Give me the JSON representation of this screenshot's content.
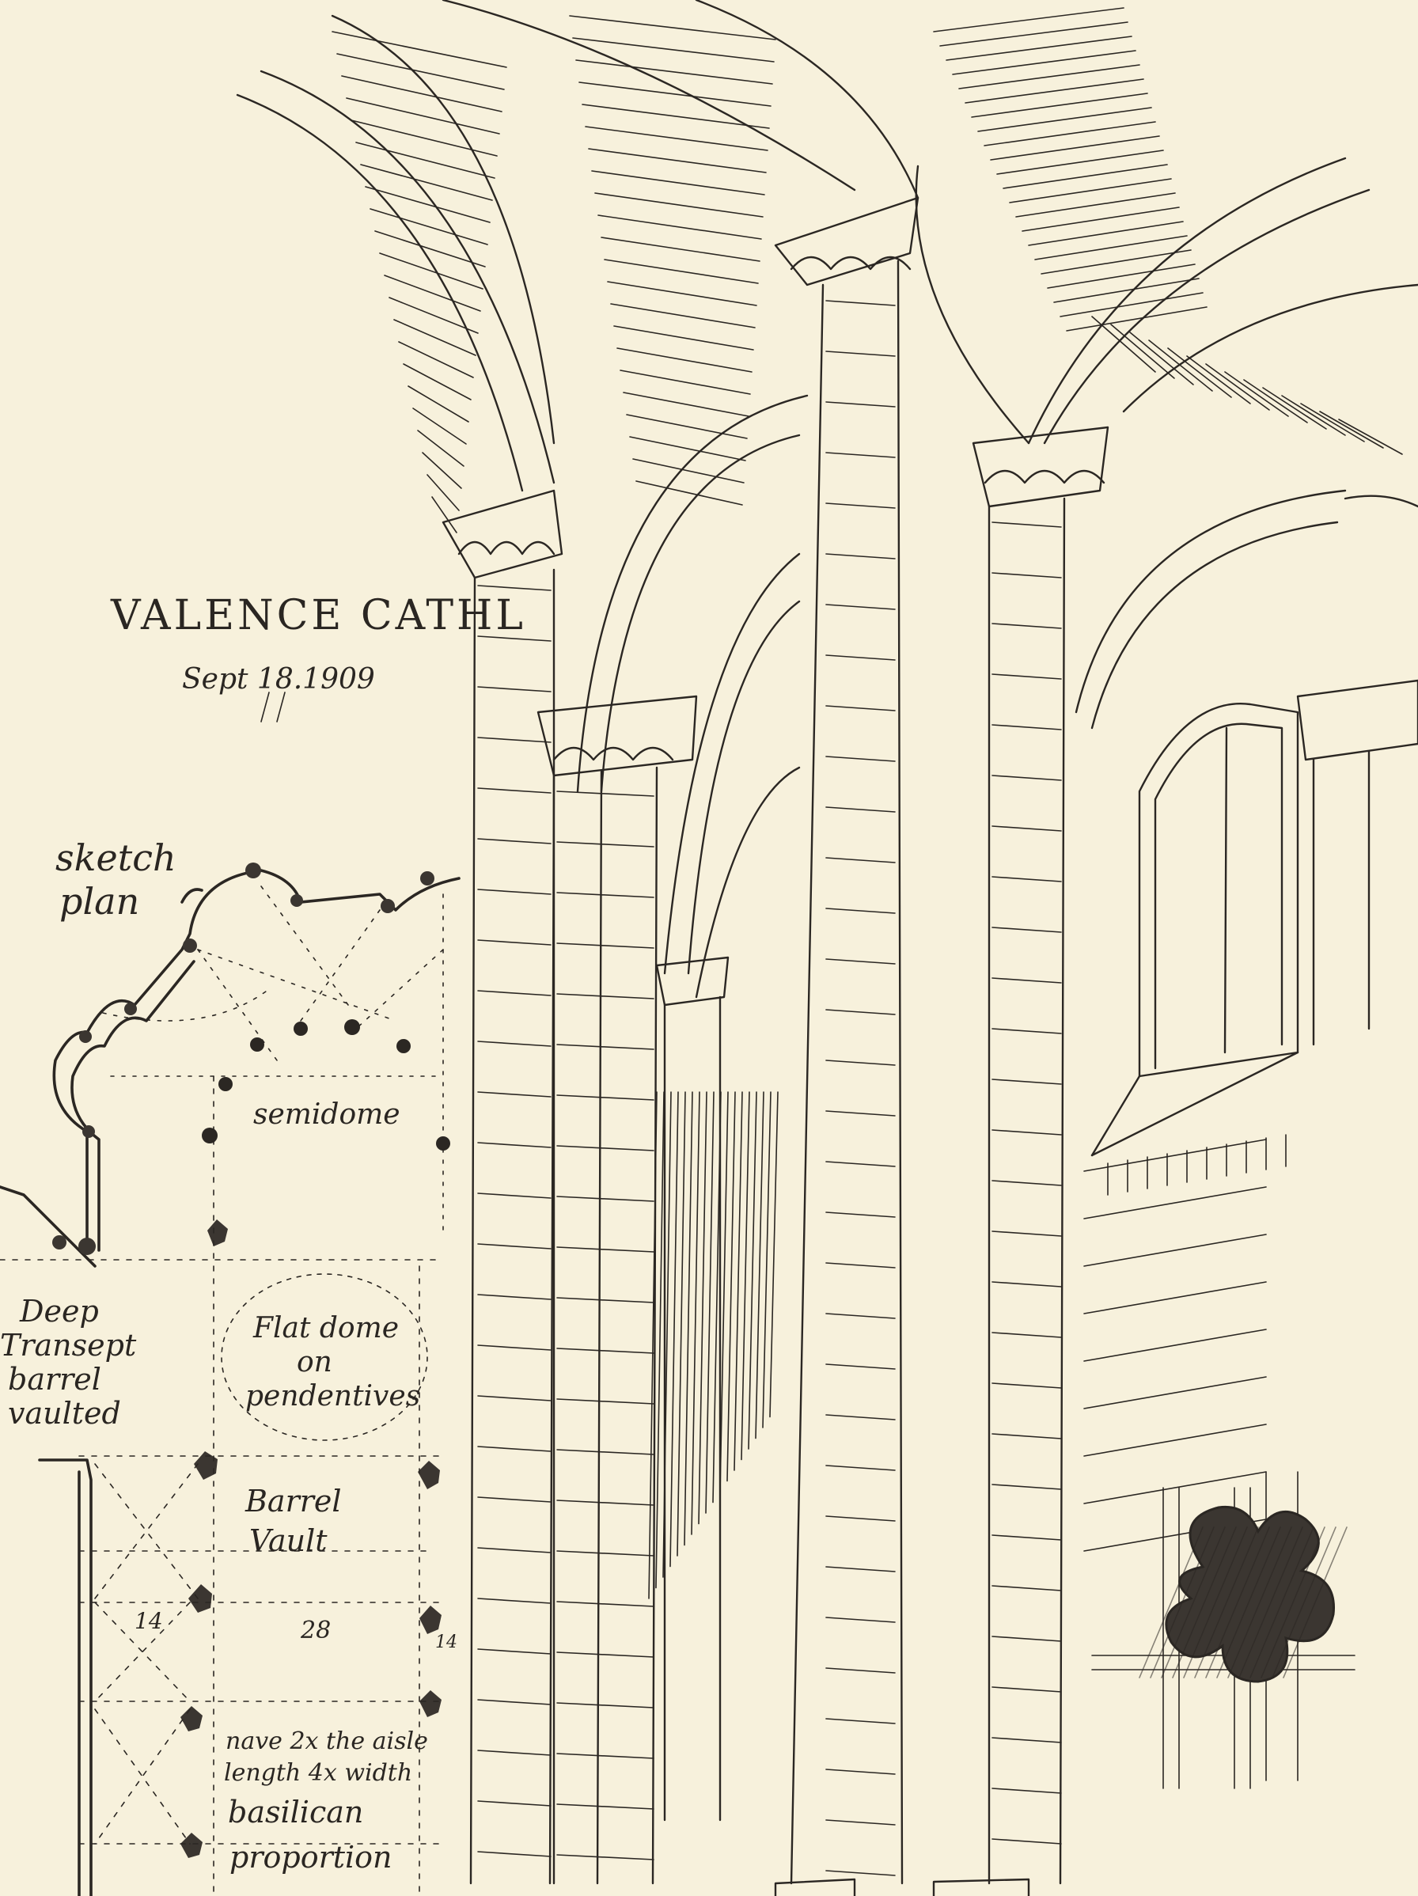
{
  "sketch": {
    "title": "VALENCE CATHL",
    "date": "Sept 18.1909"
  },
  "plan": {
    "heading_line1": "sketch",
    "heading_line2": "plan",
    "label_semidome": "semidome",
    "transept_line1": "Deep",
    "transept_line2": "Transept",
    "transept_line3": "barrel",
    "transept_line4": "vaulted",
    "dome_line1": "Flat dome",
    "dome_line2": "on",
    "dome_line3": "pendentives",
    "barrel_line1": "Barrel",
    "barrel_line2": "Vault",
    "dim_aisle": "14",
    "dim_nave": "28",
    "dim_side": "14",
    "note_line1": "nave 2x the aisle",
    "note_line2": "length 4x width",
    "note_line3": "basilican",
    "note_line4": "proportion"
  },
  "colors": {
    "paper": "#f7f1dc",
    "ink": "#2b2723"
  }
}
